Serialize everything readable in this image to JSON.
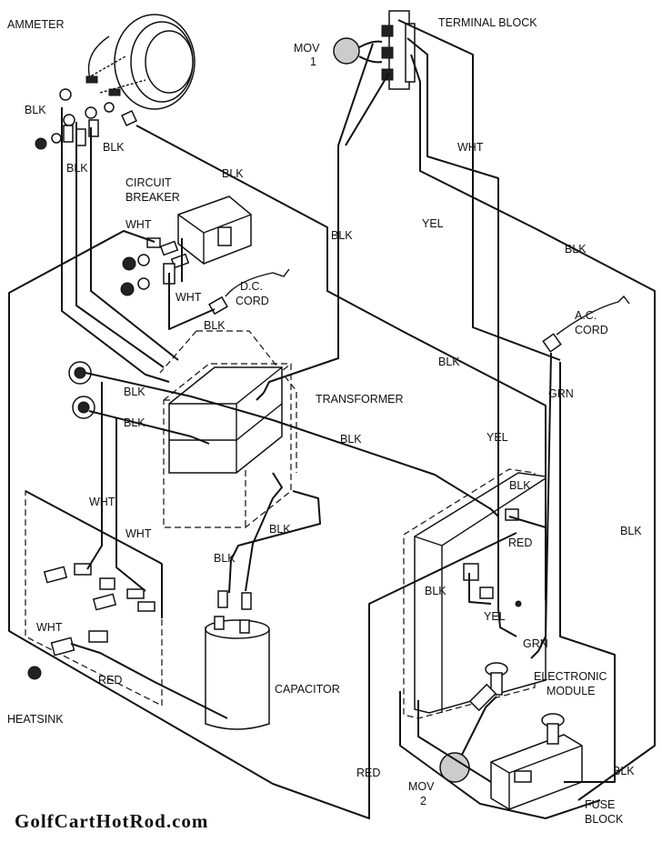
{
  "labels": {
    "ammeter": "AMMETER",
    "terminal_block": "TERMINAL BLOCK",
    "mov1": "MOV",
    "mov1_num": "1",
    "circuit_breaker_1": "CIRCUIT",
    "circuit_breaker_2": "BREAKER",
    "dc_cord_1": "D.C.",
    "dc_cord_2": "CORD",
    "ac_cord_1": "A.C.",
    "ac_cord_2": "CORD",
    "transformer": "TRANSFORMER",
    "capacitor": "CAPACITOR",
    "heatsink": "HEATSINK",
    "electronic_module_1": "ELECTRONIC",
    "electronic_module_2": "MODULE",
    "mov2": "MOV",
    "mov2_num": "2",
    "fuse_block_1": "FUSE",
    "fuse_block_2": "BLOCK"
  },
  "wires": {
    "blk_amm_left": "BLK",
    "blk_amm_right": "BLK",
    "blk_amm_below": "BLK",
    "blk_amm_diag": "BLK",
    "wht_top": "WHT",
    "blk_center": "BLK",
    "yel_top": "YEL",
    "blk_right_top": "BLK",
    "wht_cb_left": "WHT",
    "wht_cb_right": "WHT",
    "blk_cb": "BLK",
    "blk_mid": "BLK",
    "grn_right": "GRN",
    "blk_sw1": "BLK",
    "blk_sw2": "BLK",
    "blk_transformer": "BLK",
    "yel_mid": "YEL",
    "blk_module": "BLK",
    "blk_cap_right": "BLK",
    "blk_cap_left": "BLK",
    "wht_heatsink_1": "WHT",
    "wht_heatsink_2": "WHT",
    "red_module": "RED",
    "blk_module_lower": "BLK",
    "yel_module": "YEL",
    "blk_right_side": "BLK",
    "grn_module": "GRN",
    "wht_heatsink_3": "WHT",
    "red_heatsink": "RED",
    "red_bottom": "RED",
    "blk_fuse": "BLK"
  },
  "watermark": "GolfCartHotRod.com"
}
